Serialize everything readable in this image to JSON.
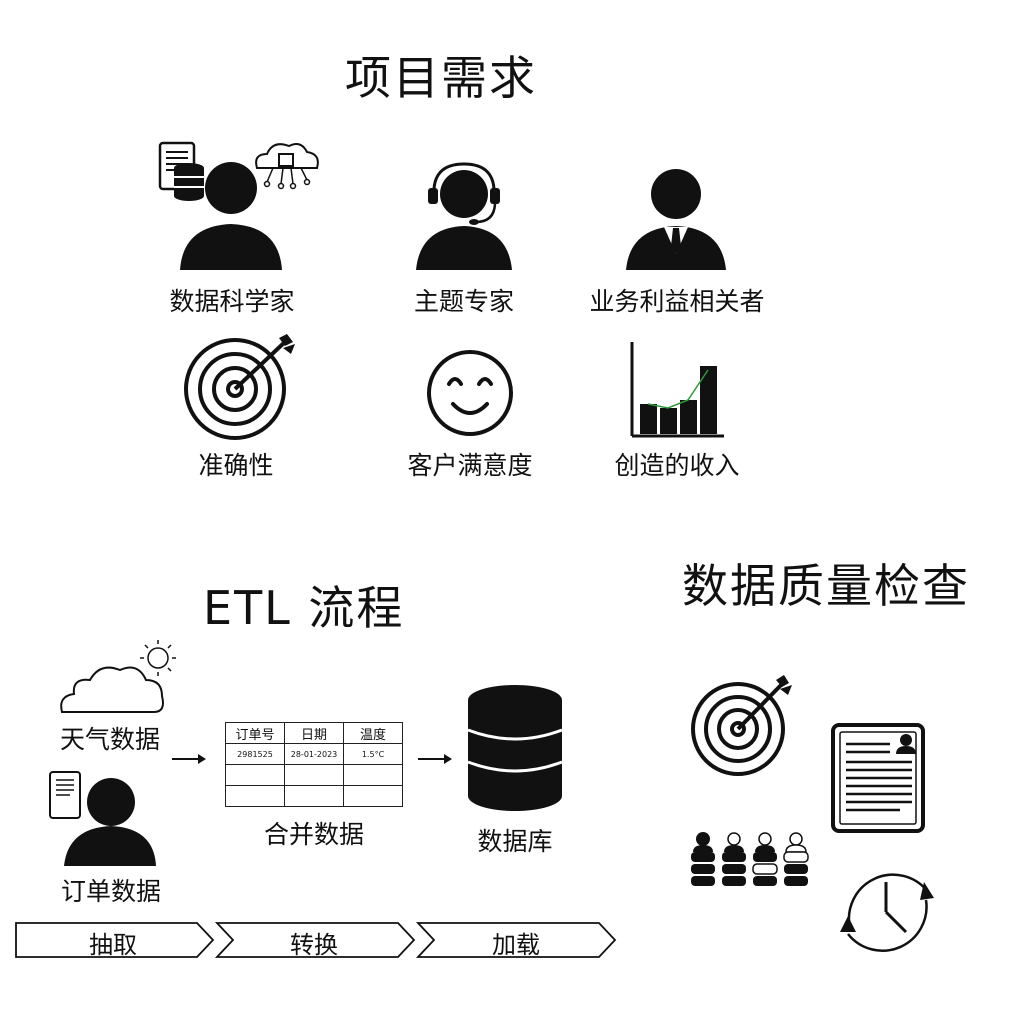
{
  "requirements": {
    "title": "项目需求",
    "roles": [
      {
        "label": "数据科学家",
        "icon": "data-scientist-icon"
      },
      {
        "label": "主题专家",
        "icon": "headset-person-icon"
      },
      {
        "label": "业务利益相关者",
        "icon": "businessman-icon"
      }
    ],
    "goals": [
      {
        "label": "准确性",
        "icon": "target-icon"
      },
      {
        "label": "客户满意度",
        "icon": "smiley-icon"
      },
      {
        "label": "创造的收入",
        "icon": "bar-growth-icon"
      }
    ]
  },
  "etl": {
    "title": "ETL 流程",
    "sources": [
      {
        "label": "天气数据",
        "icon": "cloud-sun-icon"
      },
      {
        "label": "订单数据",
        "icon": "person-document-icon"
      }
    ],
    "merged": {
      "label": "合并数据",
      "headers": [
        "订单号",
        "日期",
        "温度"
      ],
      "row": [
        "2981525",
        "28-01-2023",
        "1.5°C"
      ]
    },
    "database": {
      "label": "数据库",
      "icon": "database-icon"
    },
    "stages": [
      "抽取",
      "转换",
      "加载"
    ]
  },
  "quality": {
    "title": "数据质量检查",
    "icons": [
      "target-icon",
      "profile-document-icon",
      "people-database-icon",
      "clock-refresh-icon"
    ]
  }
}
